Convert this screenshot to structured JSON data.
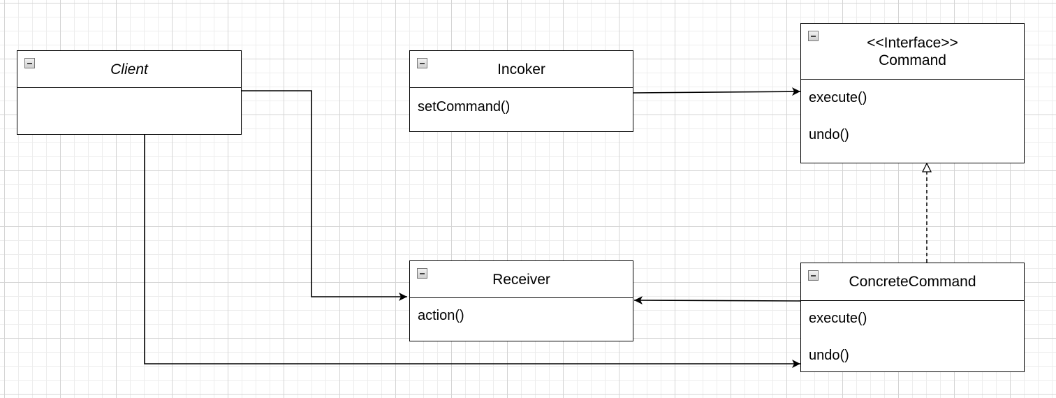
{
  "diagram": {
    "classes": {
      "client": {
        "name": "Client",
        "members": []
      },
      "invoker": {
        "name": "Incoker",
        "members": [
          "setCommand()"
        ]
      },
      "command": {
        "stereotype": "<<Interface>>",
        "name": "Command",
        "members": [
          "execute()",
          "undo()"
        ]
      },
      "receiver": {
        "name": "Receiver",
        "members": [
          "action()"
        ]
      },
      "concrete_command": {
        "name": "ConcreteCommand",
        "members": [
          "execute()",
          "undo()"
        ]
      }
    },
    "relationships": [
      {
        "from": "Client",
        "to": "Receiver",
        "type": "association"
      },
      {
        "from": "Client",
        "to": "ConcreteCommand",
        "type": "association"
      },
      {
        "from": "Incoker",
        "to": "Command",
        "type": "association"
      },
      {
        "from": "ConcreteCommand",
        "to": "Receiver",
        "type": "association"
      },
      {
        "from": "ConcreteCommand",
        "to": "Command",
        "type": "realization"
      }
    ],
    "colors": {
      "line": "#000000",
      "grid": "#d4d4d4",
      "background": "#ffffff"
    }
  }
}
